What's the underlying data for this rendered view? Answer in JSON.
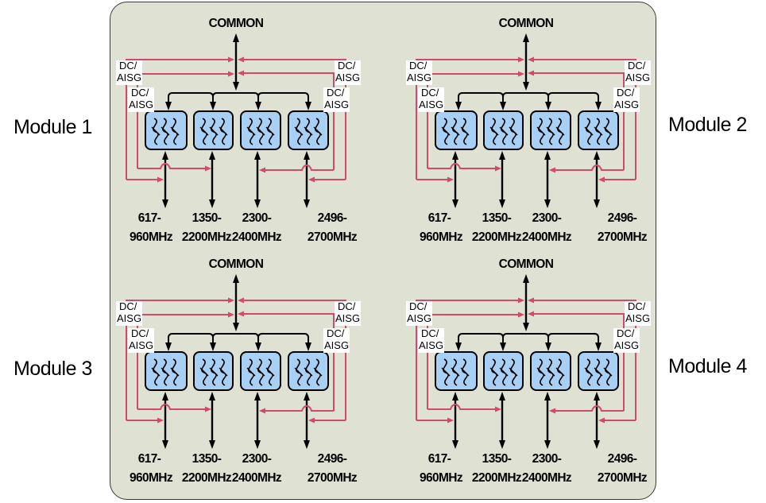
{
  "diagram": {
    "colors": {
      "background": "#dfe2d2",
      "filter_fill": "#a8d0f5",
      "dc_line": "#d1496c",
      "rf_line": "#000000"
    },
    "modules": [
      {
        "label": "Module 1",
        "common_label": "COMMON",
        "dc_labels": [
          "DC/",
          "AISG"
        ],
        "ports": [
          {
            "line1": "617-",
            "line2": "960MHz"
          },
          {
            "line1": "1350-",
            "line2": "2200MHz"
          },
          {
            "line1": "2300-",
            "line2": "2400MHz"
          },
          {
            "line1": "2496-",
            "line2": "2700MHz"
          }
        ]
      },
      {
        "label": "Module 2",
        "common_label": "COMMON",
        "dc_labels": [
          "DC/",
          "AISG"
        ],
        "ports": [
          {
            "line1": "617-",
            "line2": "960MHz"
          },
          {
            "line1": "1350-",
            "line2": "2200MHz"
          },
          {
            "line1": "2300-",
            "line2": "2400MHz"
          },
          {
            "line1": "2496-",
            "line2": "2700MHz"
          }
        ]
      },
      {
        "label": "Module 3",
        "common_label": "COMMON",
        "dc_labels": [
          "DC/",
          "AISG"
        ],
        "ports": [
          {
            "line1": "617-",
            "line2": "960MHz"
          },
          {
            "line1": "1350-",
            "line2": "2200MHz"
          },
          {
            "line1": "2300-",
            "line2": "2400MHz"
          },
          {
            "line1": "2496-",
            "line2": "2700MHz"
          }
        ]
      },
      {
        "label": "Module 4",
        "common_label": "COMMON",
        "dc_labels": [
          "DC/",
          "AISG"
        ],
        "ports": [
          {
            "line1": "617-",
            "line2": "960MHz"
          },
          {
            "line1": "1350-",
            "line2": "2200MHz"
          },
          {
            "line1": "2300-",
            "line2": "2400MHz"
          },
          {
            "line1": "2496-",
            "line2": "2700MHz"
          }
        ]
      }
    ]
  }
}
